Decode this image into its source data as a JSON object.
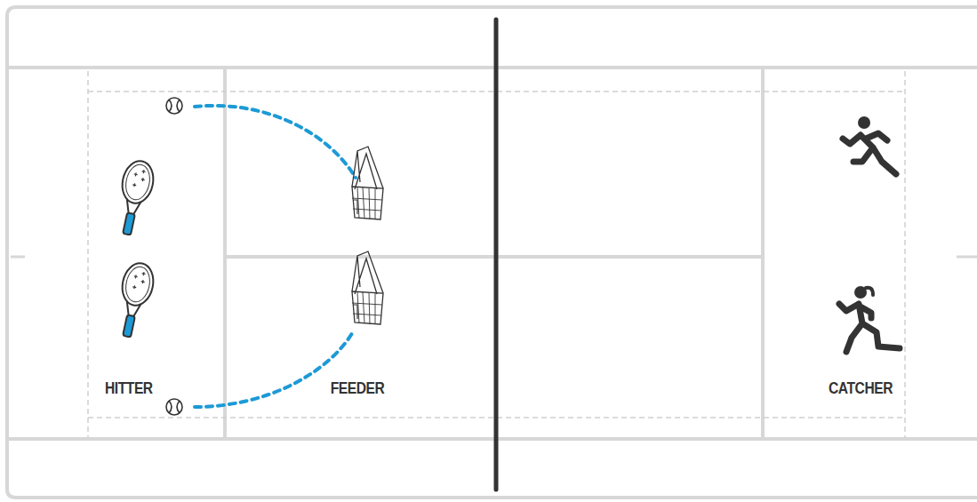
{
  "diagram": {
    "labels": [
      "HITTER",
      "FEEDER",
      "CATCHER"
    ]
  }
}
